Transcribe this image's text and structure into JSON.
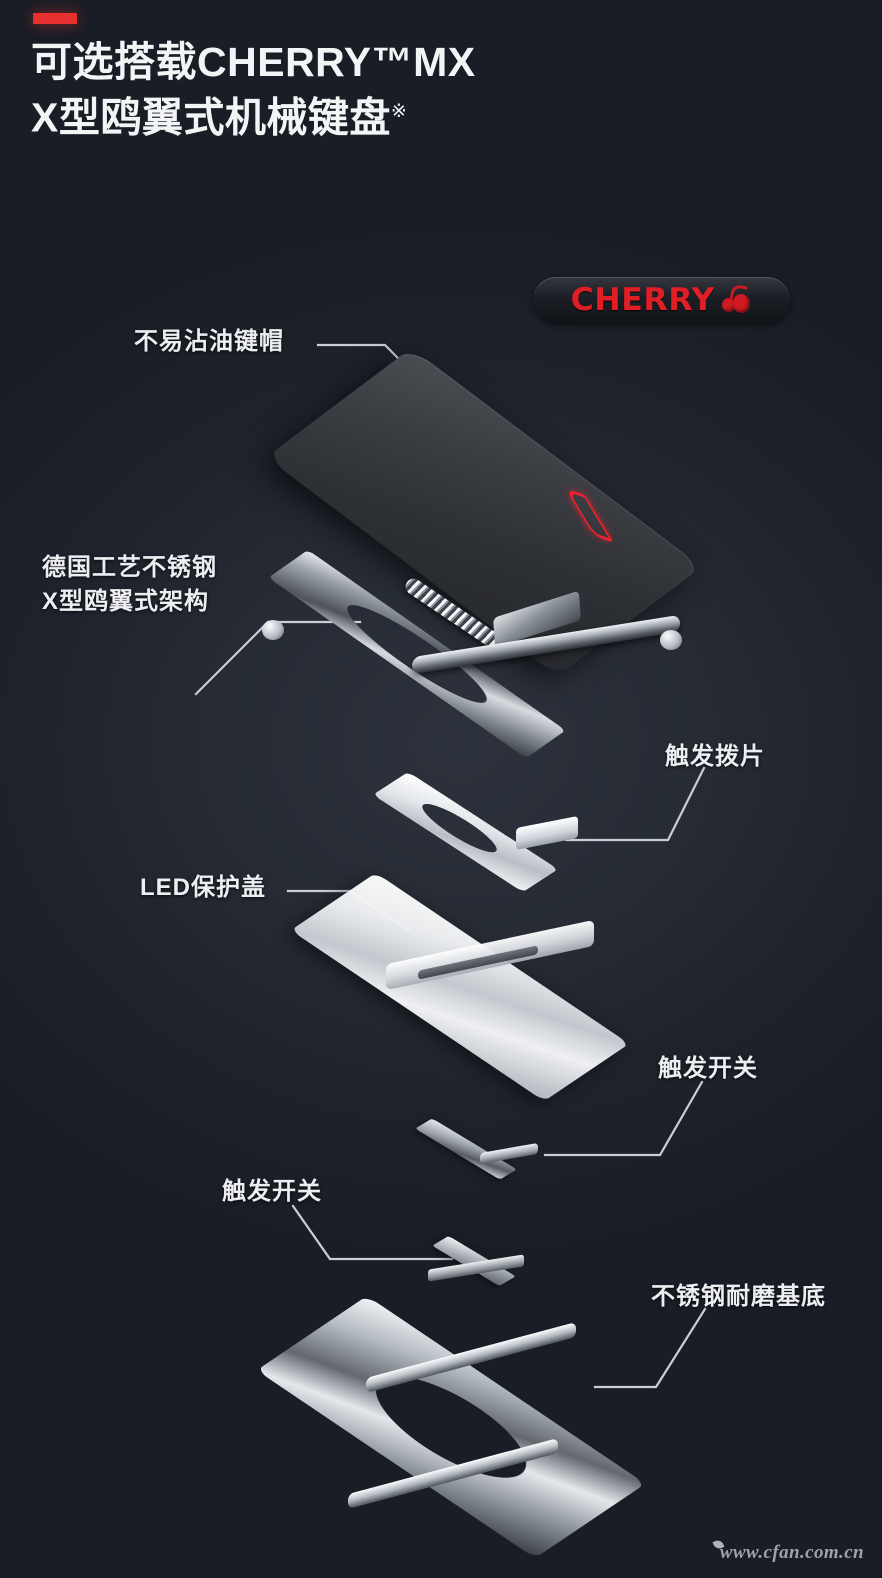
{
  "page": {
    "background_color": "#1d212a",
    "accent_color": "#e8302e"
  },
  "header": {
    "accent_bar": "red-accent-bar",
    "headline_line1": "可选搭载CHERRY™MX",
    "headline_line2": "X型鸥翼式机械键盘",
    "headline_superscript": "※"
  },
  "brand": {
    "logo_text": "CHERRY",
    "logo_icon": "cherry-fruit-icon",
    "logo_text_color": "#e01e26"
  },
  "callouts": [
    {
      "id": "keycap",
      "label": "不易沾油键帽"
    },
    {
      "id": "scissor",
      "label_line1": "德国工艺不锈钢",
      "label_line2": "X型鸥翼式架构"
    },
    {
      "id": "paddle",
      "label": "触发拨片"
    },
    {
      "id": "led-cover",
      "label": "LED保护盖"
    },
    {
      "id": "switch-right",
      "label": "触发开关"
    },
    {
      "id": "switch-left",
      "label": "触发开关"
    },
    {
      "id": "base-plate",
      "label": "不锈钢耐磨基底"
    }
  ],
  "parts": [
    {
      "name": "keycap",
      "description": "不易沾油键帽"
    },
    {
      "name": "scissor-mechanism",
      "description": "德国工艺不锈钢X型鸥翼式架构"
    },
    {
      "name": "trigger-paddle",
      "description": "触发拨片"
    },
    {
      "name": "led-cover",
      "description": "LED保护盖"
    },
    {
      "name": "trigger-switch-1",
      "description": "触发开关"
    },
    {
      "name": "trigger-switch-2",
      "description": "触发开关"
    },
    {
      "name": "base-plate",
      "description": "不锈钢耐磨基底"
    }
  ],
  "footer": {
    "watermark": "www.cfan.com.cn"
  }
}
